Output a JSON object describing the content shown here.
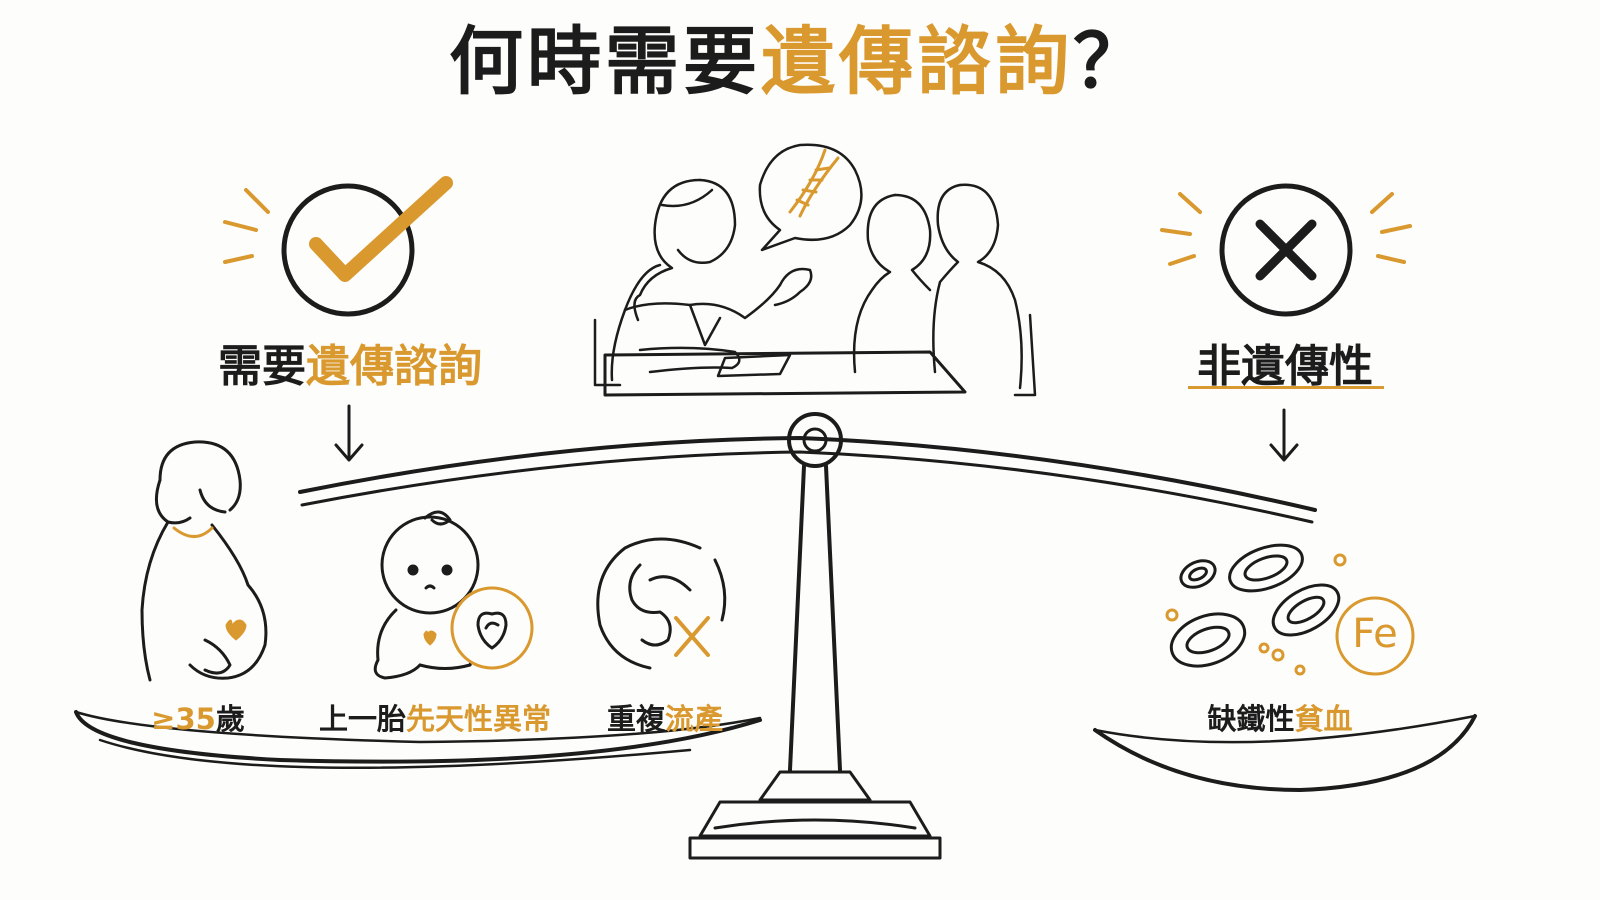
{
  "colors": {
    "accent": "#d9992f",
    "ink": "#1c1c1c",
    "background": "#fdfdfb"
  },
  "title": {
    "part1": "何時需要",
    "part2": "遺傳諮詢",
    "part3": "？"
  },
  "left": {
    "heading_part1": "需要",
    "heading_part2": "遺傳諮詢",
    "icon": "check-icon",
    "items": [
      {
        "label_part1": "≥35",
        "label_part2": "歲",
        "icon": "pregnant-woman-icon"
      },
      {
        "label_part1": "上一胎",
        "label_part2": "先天性異常",
        "icon": "baby-heart-icon"
      },
      {
        "label_part1": "重複",
        "label_part2": "流產",
        "icon": "fetus-cross-icon"
      }
    ]
  },
  "right": {
    "heading": "非遺傳性",
    "icon": "cross-icon",
    "item": {
      "label_part1": "缺鐵性",
      "label_part2": "貧血",
      "badge": "Fe",
      "icon": "red-blood-cells-icon"
    }
  },
  "center": {
    "icon": "counseling-scene-icon",
    "bubble_icon": "dna-icon"
  }
}
